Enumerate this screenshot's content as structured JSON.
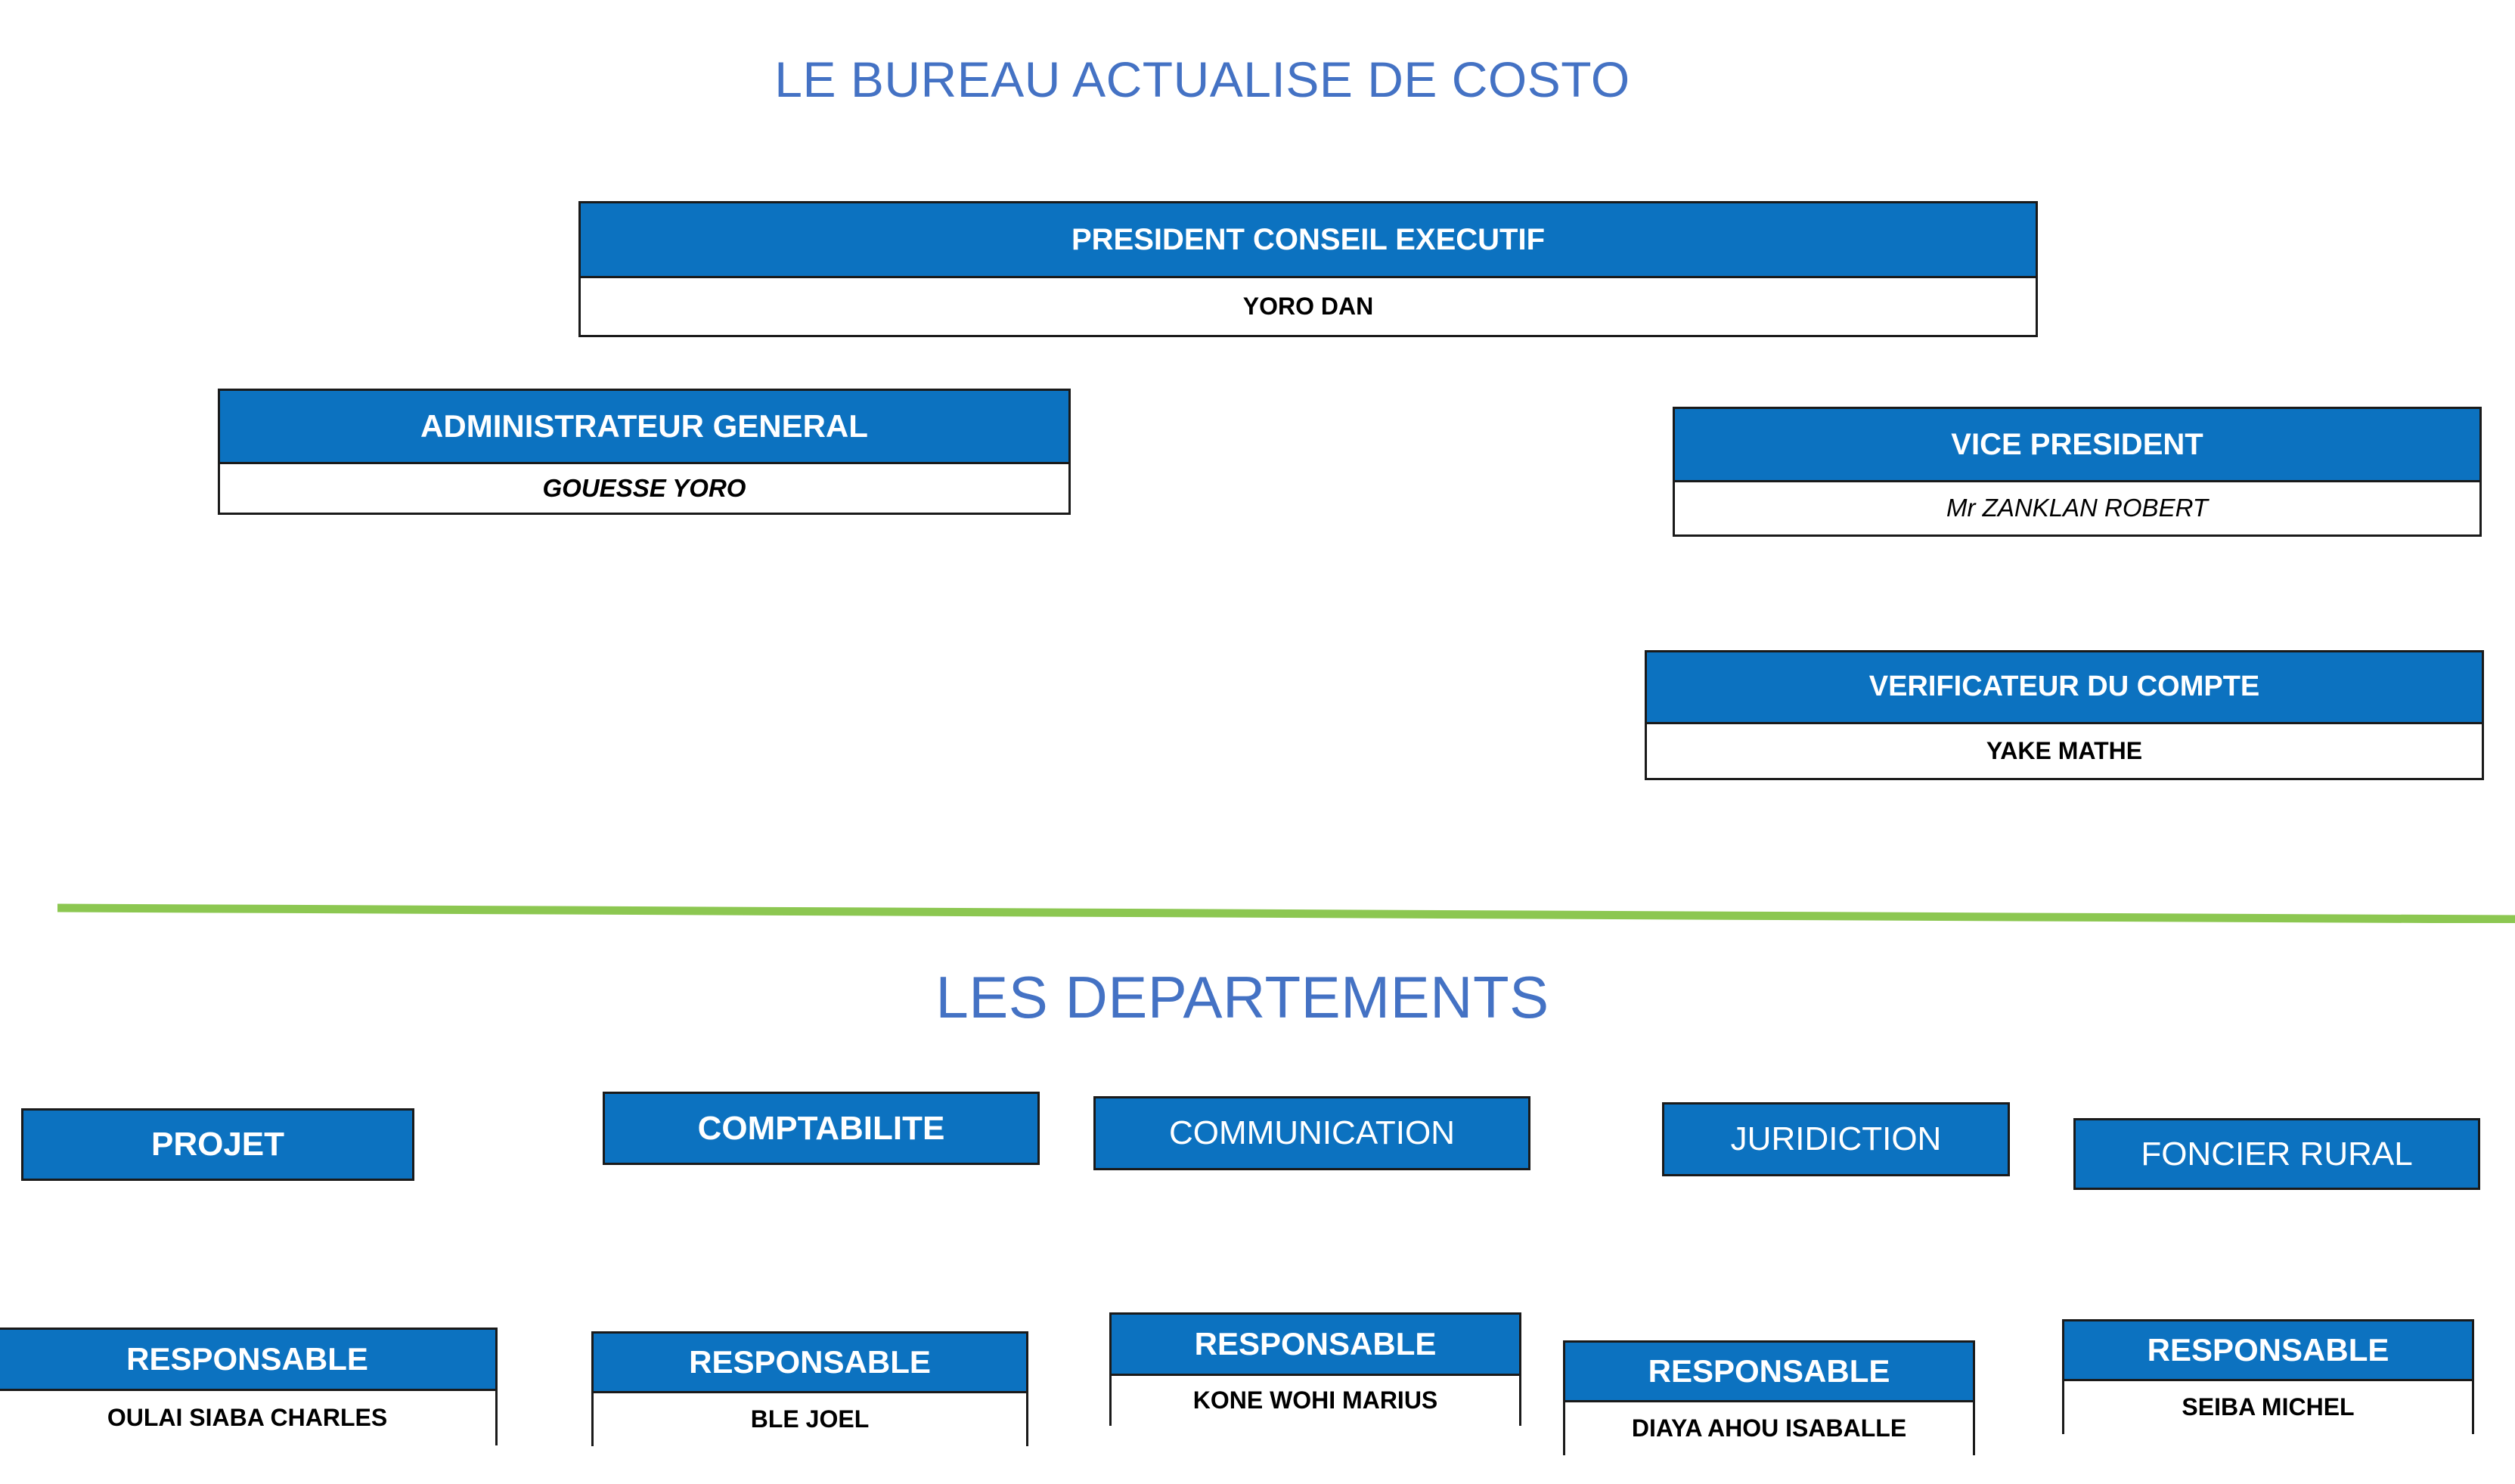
{
  "page": {
    "background": "#ffffff",
    "accent_blue": "#0C72C0",
    "title_blue": "#4472C4",
    "divider_green": "#8CC751"
  },
  "sections": {
    "bureau": {
      "title": "LE BUREAU ACTUALISE DE COSTO"
    },
    "departements": {
      "title": "LES DEPARTEMENTS"
    }
  },
  "bureau_cards": [
    {
      "role": "PRESIDENT CONSEIL EXECUTIF",
      "name": "YORO DAN",
      "name_style": "bold"
    },
    {
      "role": "ADMINISTRATEUR GENERAL",
      "name": "GOUESSE YORO",
      "name_style": "bold-italic"
    },
    {
      "role": "VICE PRESIDENT",
      "name": "Mr ZANKLAN ROBERT",
      "name_style": "italic"
    },
    {
      "role": "VERIFICATEUR DU COMPTE",
      "name": "YAKE MATHE",
      "name_style": "bold"
    }
  ],
  "departments": [
    {
      "label": "PROJET"
    },
    {
      "label": "COMPTABILITE"
    },
    {
      "label": "COMMUNICATION"
    },
    {
      "label": "JURIDICTION"
    },
    {
      "label": "FONCIER RURAL"
    }
  ],
  "responsables": [
    {
      "role": "RESPONSABLE",
      "name": "OULAI SIABA CHARLES"
    },
    {
      "role": "RESPONSABLE",
      "name": "BLE JOEL"
    },
    {
      "role": "RESPONSABLE",
      "name": "KONE WOHI MARIUS"
    },
    {
      "role": "RESPONSABLE",
      "name": "DIAYA AHOU ISABALLE"
    },
    {
      "role": "RESPONSABLE",
      "name": "SEIBA MICHEL"
    }
  ]
}
